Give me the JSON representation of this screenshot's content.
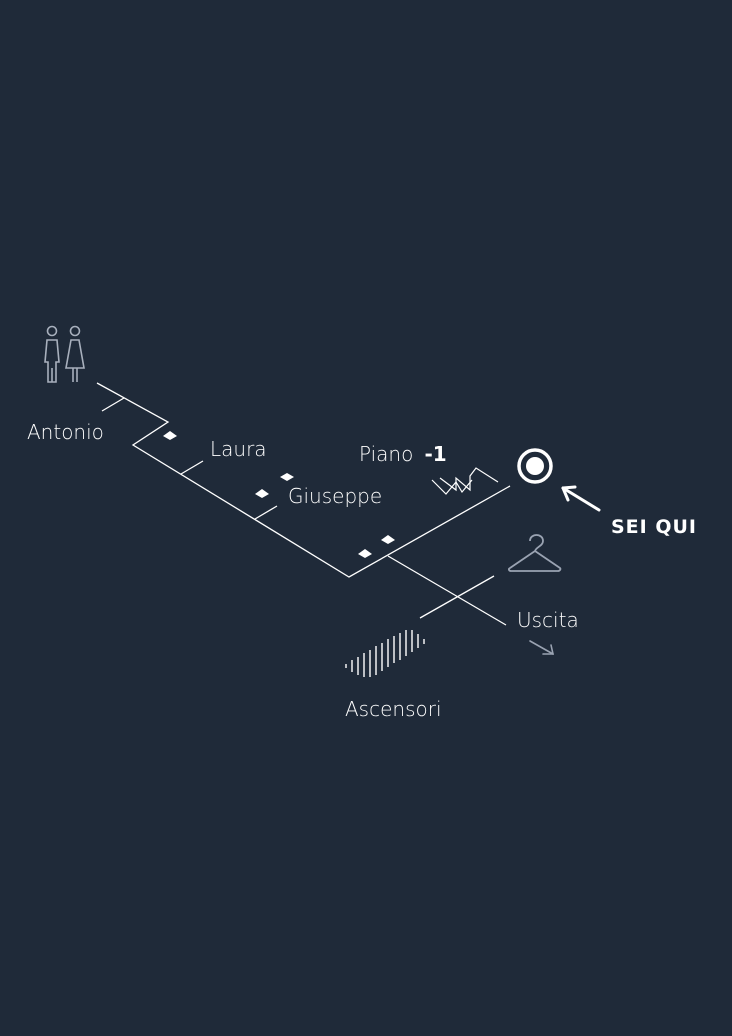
{
  "map": {
    "places": {
      "antonio": "Antonio",
      "laura": "Laura",
      "giuseppe": "Giuseppe",
      "piano_word": "Piano",
      "piano_level": "-1",
      "uscita": "Uscita",
      "ascensori": "Ascensori"
    },
    "you_are_here": "SEI QUI"
  },
  "colors": {
    "background": "#1f2a39",
    "line": "#ffffff",
    "muted_icon": "#9aa3b2"
  },
  "icons": [
    "restroom-icon",
    "stairs-icon",
    "you-are-here-marker-icon",
    "arrow-icon",
    "hanger-icon",
    "exit-arrow-icon",
    "elevator-icon",
    "room-diamond-icon"
  ]
}
